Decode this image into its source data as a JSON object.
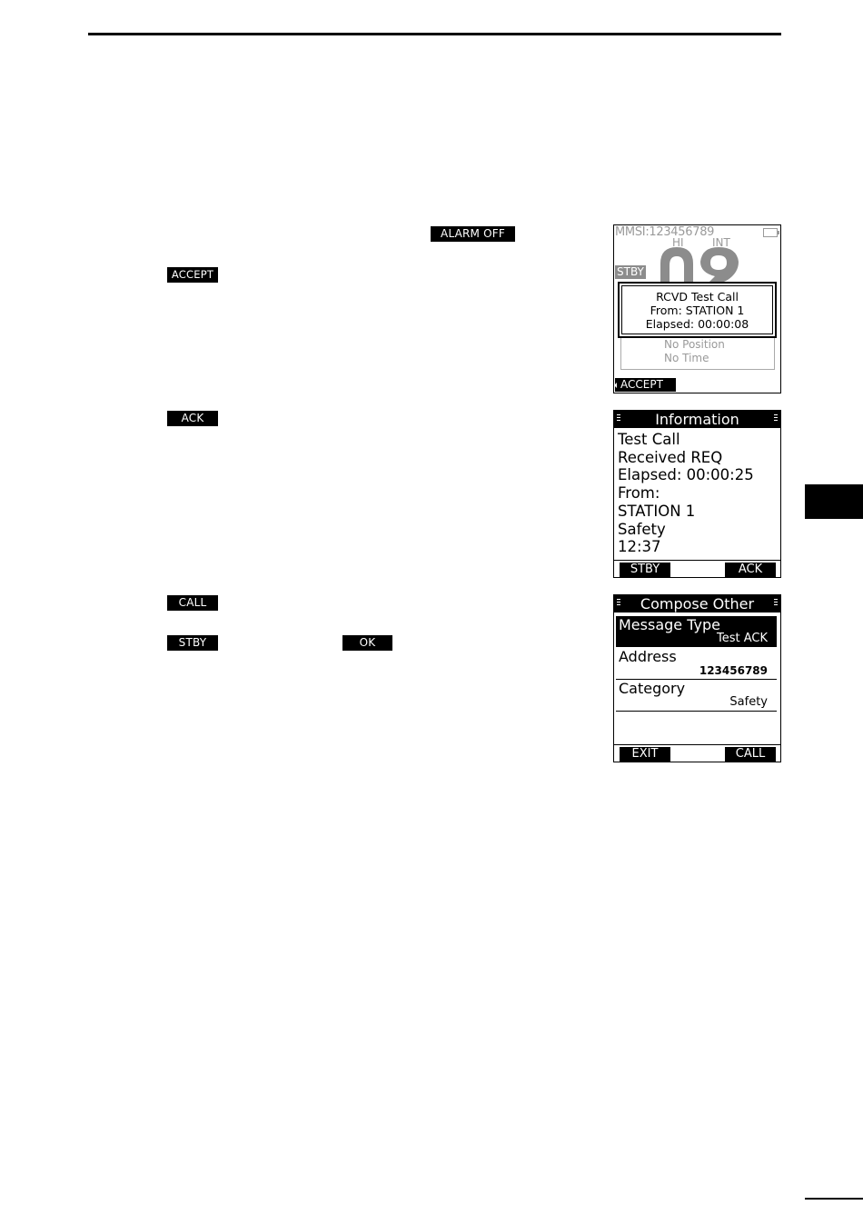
{
  "inline_keys": {
    "alarm_off": "ALARM OFF",
    "accept": "ACCEPT",
    "ack": "ACK",
    "call": "CALL",
    "stby": "STBY",
    "ok": "OK"
  },
  "screen1": {
    "mmsi": "MMSI:123456789",
    "hi": "HI",
    "int": "INT",
    "stby": "STBY",
    "popup_lines": [
      "RCVD Test Call",
      "From: STATION 1",
      "Elapsed: 00:00:08"
    ],
    "position_lines": [
      "No Position",
      "No Time"
    ],
    "softkey": "ACCEPT"
  },
  "screen2": {
    "title": "Information",
    "lines": [
      "Test Call",
      "Received REQ",
      "Elapsed: 00:00:25",
      "From:",
      "STATION 1",
      "Safety",
      "12:37"
    ],
    "softkey_left": "STBY",
    "softkey_right": "ACK"
  },
  "screen3": {
    "title": "Compose Other",
    "items": [
      {
        "label": "Message Type",
        "value": "Test ACK"
      },
      {
        "label": "Address",
        "value": "123456789"
      },
      {
        "label": "Category",
        "value": "Safety"
      }
    ],
    "softkey_left": "EXIT",
    "softkey_right": "CALL"
  }
}
